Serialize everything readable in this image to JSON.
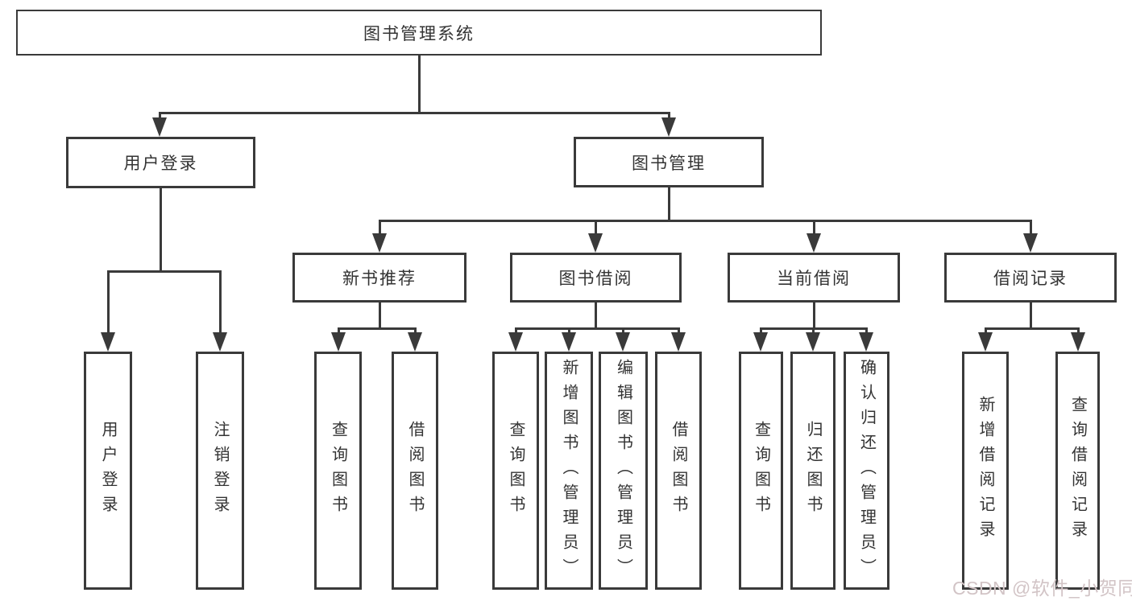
{
  "diagram": {
    "root": {
      "label": "图书管理系统"
    },
    "branches": [
      {
        "label": "用户登录",
        "children": [
          {
            "label": "用户登录"
          },
          {
            "label": "注销登录"
          }
        ]
      },
      {
        "label": "图书管理",
        "children": [
          {
            "label": "新书推荐",
            "children": [
              {
                "label": "查询图书"
              },
              {
                "label": "借阅图书"
              }
            ]
          },
          {
            "label": "图书借阅",
            "children": [
              {
                "label": "查询图书"
              },
              {
                "label": "新增图书（管理员）"
              },
              {
                "label": "编辑图书（管理员）"
              },
              {
                "label": "借阅图书"
              }
            ]
          },
          {
            "label": "当前借阅",
            "children": [
              {
                "label": "查询图书"
              },
              {
                "label": "归还图书"
              },
              {
                "label": "确认归还（管理员）"
              }
            ]
          },
          {
            "label": "借阅记录",
            "children": [
              {
                "label": "新增借阅记录"
              },
              {
                "label": "查询借阅记录"
              }
            ]
          }
        ]
      }
    ],
    "watermark": "CSDN @软件_小贺同学"
  },
  "style": {
    "line_color": "#3a3a3a",
    "text_color": "#333333",
    "watermark_color": "#d2c4c6",
    "background": "#ffffff"
  }
}
